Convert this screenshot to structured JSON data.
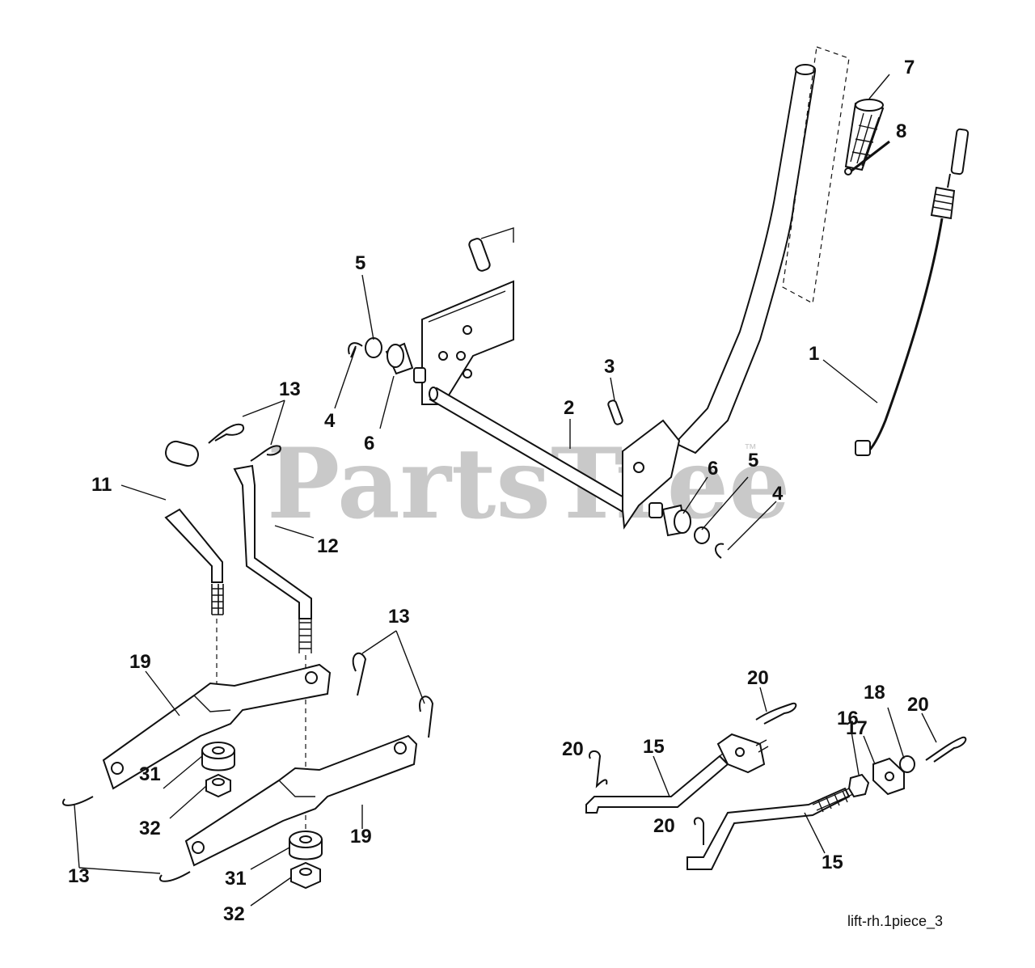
{
  "watermark": {
    "text": "PartsTree",
    "trademark": "™"
  },
  "drawing_id": "lift-rh.1piece_3",
  "callouts": {
    "c1": "1",
    "c2": "2",
    "c3": "3",
    "c4a": "4",
    "c4b": "4",
    "c5a": "5",
    "c5b": "5",
    "c6a": "6",
    "c6b": "6",
    "c7": "7",
    "c8": "8",
    "c11": "11",
    "c12": "12",
    "c13a": "13",
    "c13b": "13",
    "c13c": "13",
    "c15a": "15",
    "c15b": "15",
    "c16": "16",
    "c17": "17",
    "c18": "18",
    "c19a": "19",
    "c19b": "19",
    "c20a": "20",
    "c20b": "20",
    "c20c": "20",
    "c20d": "20",
    "c31a": "31",
    "c31b": "31",
    "c32a": "32",
    "c32b": "32"
  }
}
